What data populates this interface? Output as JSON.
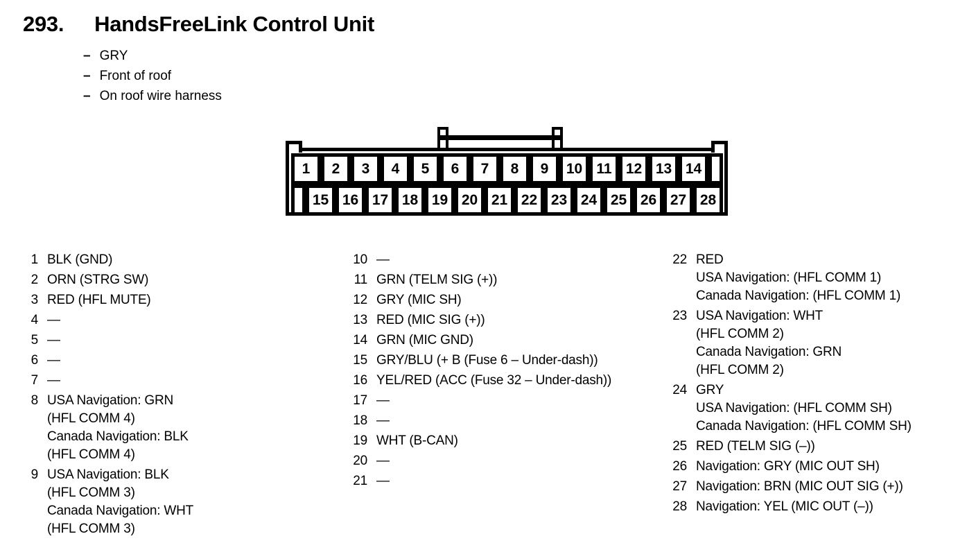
{
  "header": {
    "number": "293.",
    "title": "HandsFreeLink Control Unit",
    "bullet_marker": "–",
    "bullets": [
      "GRY",
      "Front of roof",
      "On roof wire harness"
    ]
  },
  "connector": {
    "top_row_pins": [
      "1",
      "2",
      "3",
      "4",
      "5",
      "6",
      "7",
      "8",
      "9",
      "10",
      "11",
      "12",
      "13",
      "14"
    ],
    "bottom_row_pins": [
      "15",
      "16",
      "17",
      "18",
      "19",
      "20",
      "21",
      "22",
      "23",
      "24",
      "25",
      "26",
      "27",
      "28"
    ]
  },
  "pin_descriptions": {
    "columns": [
      {
        "entries": [
          {
            "num": "1",
            "lines": [
              "BLK (GND)"
            ]
          },
          {
            "num": "2",
            "lines": [
              "ORN (STRG SW)"
            ]
          },
          {
            "num": "3",
            "lines": [
              "RED (HFL MUTE)"
            ]
          },
          {
            "num": "4",
            "lines": [
              "—"
            ]
          },
          {
            "num": "5",
            "lines": [
              "—"
            ]
          },
          {
            "num": "6",
            "lines": [
              "—"
            ]
          },
          {
            "num": "7",
            "lines": [
              "—"
            ]
          },
          {
            "num": "8",
            "lines": [
              "USA Navigation: GRN",
              "(HFL COMM 4)",
              "Canada Navigation: BLK",
              "(HFL COMM 4)"
            ]
          },
          {
            "num": "9",
            "lines": [
              "USA Navigation: BLK",
              "(HFL COMM 3)",
              "Canada Navigation: WHT",
              "(HFL COMM 3)"
            ]
          }
        ]
      },
      {
        "entries": [
          {
            "num": "10",
            "lines": [
              "—"
            ]
          },
          {
            "num": "11",
            "lines": [
              "GRN (TELM SIG (+))"
            ]
          },
          {
            "num": "12",
            "lines": [
              "GRY (MIC SH)"
            ]
          },
          {
            "num": "13",
            "lines": [
              "RED (MIC SIG (+))"
            ]
          },
          {
            "num": "14",
            "lines": [
              "GRN (MIC GND)"
            ]
          },
          {
            "num": "15",
            "lines": [
              "GRY/BLU (+ B (Fuse 6 – Under-dash))"
            ]
          },
          {
            "num": "16",
            "lines": [
              "YEL/RED (ACC (Fuse 32 – Under-dash))"
            ]
          },
          {
            "num": "17",
            "lines": [
              "—"
            ]
          },
          {
            "num": "18",
            "lines": [
              "—"
            ]
          },
          {
            "num": "19",
            "lines": [
              "WHT (B-CAN)"
            ]
          },
          {
            "num": "20",
            "lines": [
              "—"
            ]
          },
          {
            "num": "21",
            "lines": [
              "—"
            ]
          }
        ]
      },
      {
        "entries": [
          {
            "num": "22",
            "lines": [
              "RED",
              "USA Navigation: (HFL COMM 1)",
              "Canada Navigation: (HFL COMM 1)"
            ]
          },
          {
            "num": "23",
            "lines": [
              "USA Navigation: WHT",
              "(HFL COMM 2)",
              "Canada Navigation: GRN",
              "(HFL COMM 2)"
            ]
          },
          {
            "num": "24",
            "lines": [
              "GRY",
              "USA Navigation: (HFL COMM SH)",
              "Canada Navigation: (HFL COMM SH)"
            ]
          },
          {
            "num": "25",
            "lines": [
              "RED (TELM SIG (–))"
            ]
          },
          {
            "num": "26",
            "lines": [
              "Navigation: GRY (MIC OUT SH)"
            ]
          },
          {
            "num": "27",
            "lines": [
              "Navigation: BRN (MIC OUT SIG (+))"
            ]
          },
          {
            "num": "28",
            "lines": [
              "Navigation: YEL (MIC OUT (–))"
            ]
          }
        ]
      }
    ]
  },
  "colors": {
    "ink": "#000000",
    "paper": "#ffffff"
  }
}
